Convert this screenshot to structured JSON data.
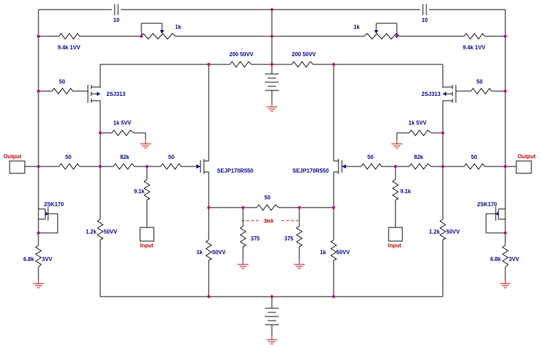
{
  "labels": {
    "cap_left": "10",
    "cap_right": "10",
    "pot_left": "1k",
    "pot_right": "1k",
    "res_94k_left": "9.4k  1VV",
    "res_94k_right": "9.4k  1VV",
    "res_200_left": "200  50VV",
    "res_200_right": "200  50VV",
    "res_50_gate_left": "50",
    "res_50_gate_right": "50",
    "mosfet_p_left": "2SJ313",
    "mosfet_p_right": "2SJ313",
    "res_1k5_left": "1k  5VV",
    "res_1k5_right": "1k  5VV",
    "res_50_out_left": "50",
    "res_50_out_right": "50",
    "res_82k_left": "82k",
    "res_82k_right": "82k",
    "res_50_gate2_left": "50",
    "res_50_gate2_right": "50",
    "sejp_left": "SEJP170R550",
    "sejp_right": "SEJP170R550",
    "res_91k_left": "9.1k",
    "res_91k_right": "9.1k",
    "input_left": "Input",
    "input_right": "Input",
    "output_left": "Output",
    "output_right": "Output",
    "jfet_left": "2SK170",
    "jfet_right": "2SK170",
    "res_12k_left": "1.2k",
    "res_12k_left_w": "50VV",
    "res_12k_right": "1.2k",
    "res_12k_right_w": "50VV",
    "res_68k_left": "6.8k",
    "res_68k_left_w": "3VV",
    "res_68k_right": "6.8k",
    "res_68k_right_w": "3VV",
    "res_1k_left": "1k",
    "res_1k_left_w": "50VV",
    "res_1k_right": "1k",
    "res_1k_right_w": "50VV",
    "res_50_center": "50",
    "current_note": "3mA",
    "res_375_left": "375",
    "res_375_right": "375"
  }
}
